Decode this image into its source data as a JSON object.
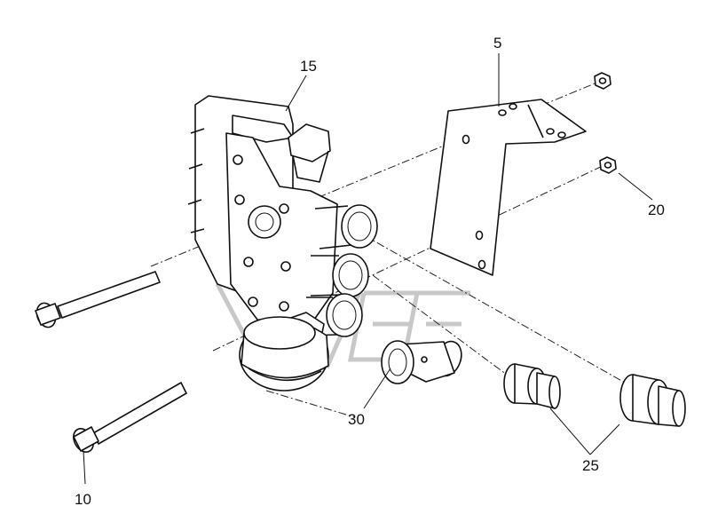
{
  "diagram": {
    "callouts": {
      "c5": "5",
      "c10": "10",
      "c15": "15",
      "c20": "20",
      "c25": "25",
      "c30": "30"
    },
    "line_color": "#111111",
    "background": "#ffffff"
  }
}
